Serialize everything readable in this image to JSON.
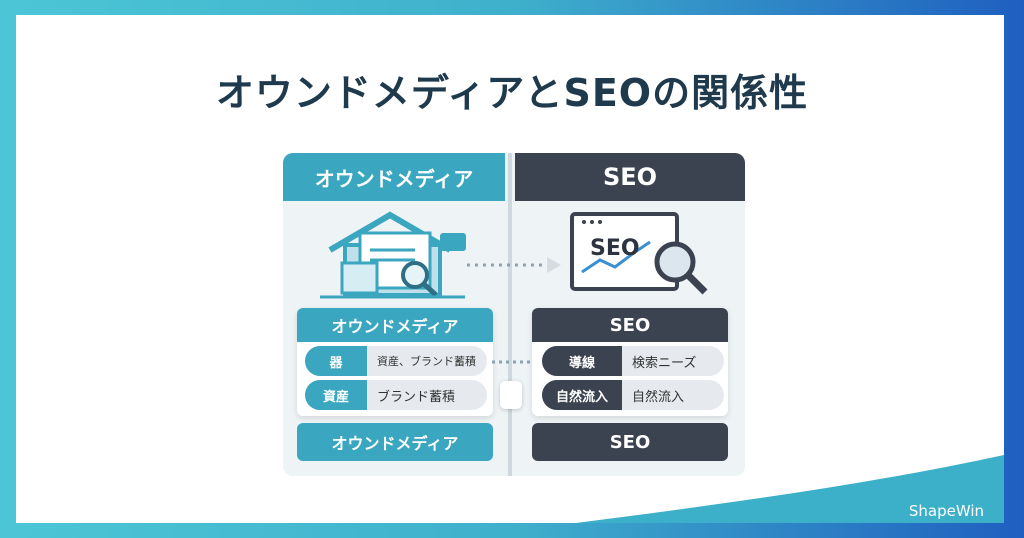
{
  "title": "オウンドメディアとSEOの関係性",
  "left": {
    "header": "オウンドメディア",
    "box_header": "オウンドメディア",
    "rows": [
      {
        "key": "器",
        "value": "資産、ブランド蓄積"
      },
      {
        "key": "資産",
        "value": "ブランド蓄積"
      }
    ],
    "footer": "オウンドメディア",
    "color": "#3aa6bf"
  },
  "right": {
    "header": "SEO",
    "icon_text": "SEO",
    "box_header": "SEO",
    "rows": [
      {
        "key": "導線",
        "value": "検索ニーズ"
      },
      {
        "key": "自然流入",
        "value": "自然流入"
      }
    ],
    "footer": "SEO",
    "color": "#3b4250"
  },
  "logo": "ShapeWin"
}
